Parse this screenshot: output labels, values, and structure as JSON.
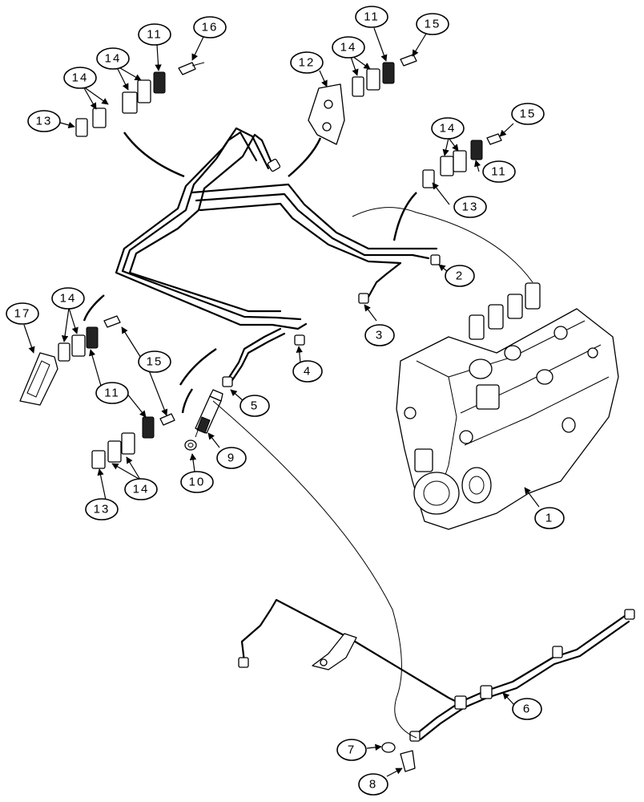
{
  "diagram": {
    "callouts": [
      "1",
      "2",
      "3",
      "4",
      "5",
      "6",
      "7",
      "8",
      "9",
      "10",
      "11",
      "11",
      "11",
      "11",
      "12",
      "13",
      "13",
      "13",
      "14",
      "14",
      "14",
      "14",
      "14",
      "14",
      "15",
      "15",
      "15",
      "16",
      "17"
    ]
  }
}
